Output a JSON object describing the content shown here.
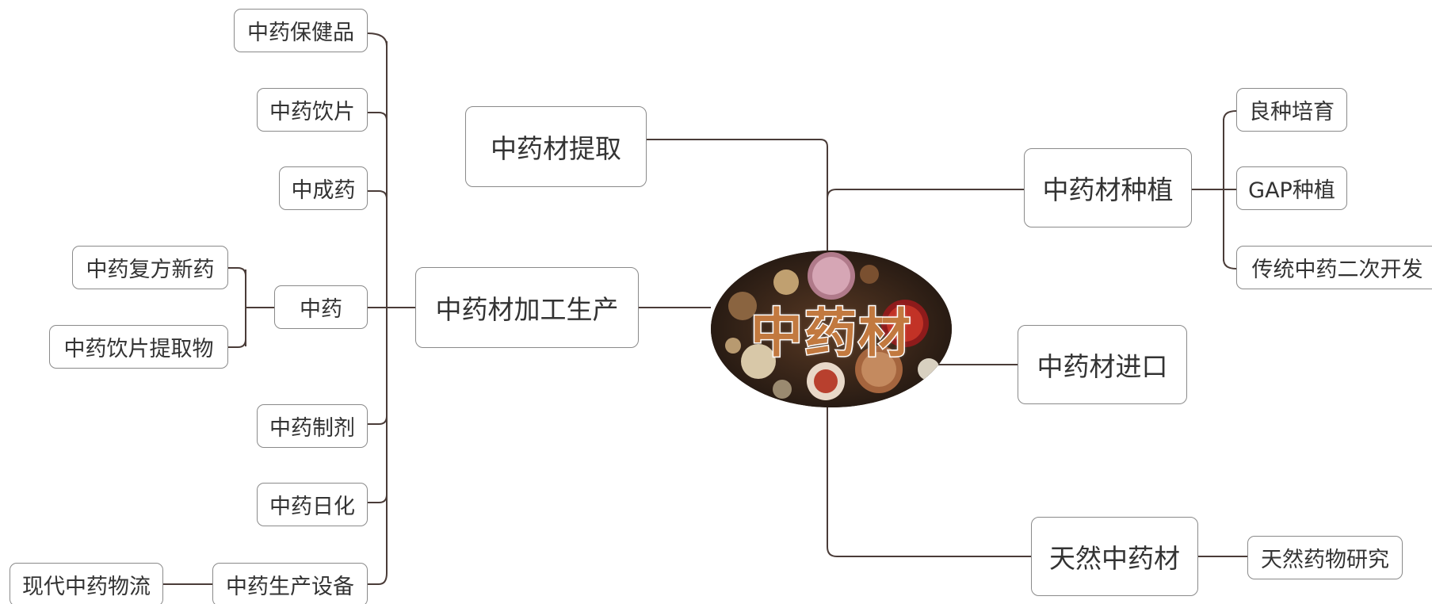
{
  "center": {
    "title": "中药材"
  },
  "branches": {
    "extraction": "中药材提取",
    "processing": "中药材加工生产",
    "planting": "中药材种植",
    "import": "中药材进口",
    "natural": "天然中药材"
  },
  "processing_children": {
    "health_products": "中药保健品",
    "decoction_pieces": "中药饮片",
    "patent_medicine": "中成药",
    "tcm": "中药",
    "preparations": "中药制剂",
    "daily_chemicals": "中药日化",
    "equipment": "中药生产设备"
  },
  "tcm_children": {
    "compound_new_drug": "中药复方新药",
    "decoction_extract": "中药饮片提取物"
  },
  "equipment_children": {
    "logistics": "现代中药物流"
  },
  "planting_children": {
    "breeding": "良种培育",
    "gap": "GAP种植",
    "secondary_dev": "传统中药二次开发"
  },
  "natural_children": {
    "research": "天然药物研究"
  },
  "colors": {
    "line": "#4a3c38",
    "border": "#8a8a8a",
    "text": "#333333",
    "center_text": "#c2793f"
  }
}
